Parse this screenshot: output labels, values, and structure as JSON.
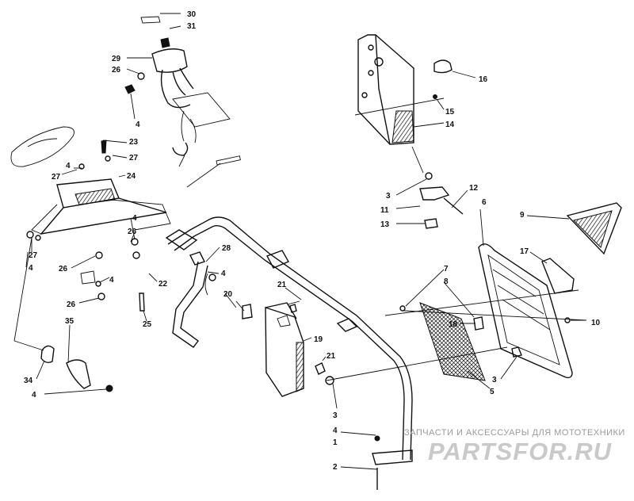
{
  "callouts": [
    "30",
    "31",
    "29",
    "26",
    "4",
    "23",
    "27",
    "4",
    "27",
    "24",
    "16",
    "15",
    "14",
    "3",
    "11",
    "12",
    "13",
    "6",
    "9",
    "17",
    "7",
    "8",
    "18",
    "10",
    "4",
    "26",
    "27",
    "4",
    "26",
    "4",
    "26",
    "28",
    "4",
    "22",
    "20",
    "21",
    "19",
    "21",
    "25",
    "35",
    "34",
    "4",
    "3",
    "5",
    "3",
    "4",
    "1",
    "2"
  ],
  "watermark": {
    "caption": "ЗАПЧАСТИ И АКСЕССУАРЫ ДЛЯ МОТОТЕХНИКИ",
    "logo": "PARTSFOR.RU"
  }
}
